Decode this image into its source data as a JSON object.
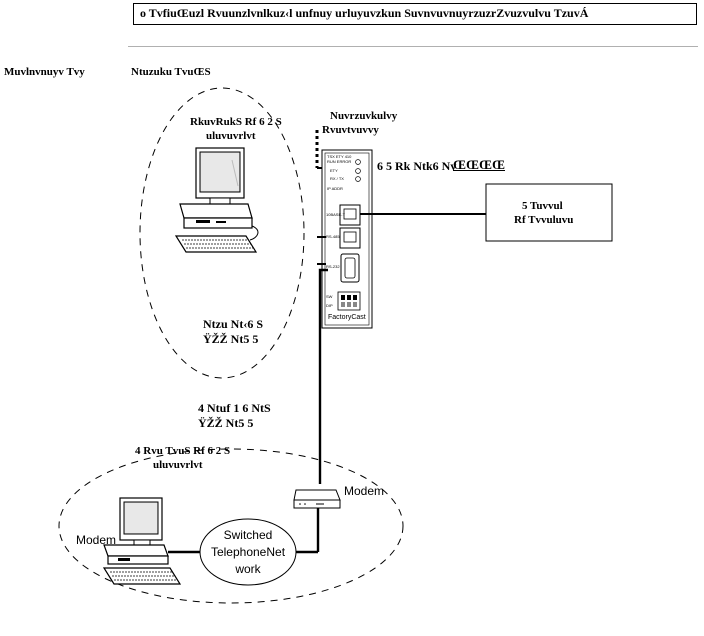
{
  "header": {
    "caption": "o TvfiuŒuzl Rvuunzlvnlkuz‹l unfnuy urluyuvzkun SuvnvuvnuyrzuzrZvuzvulvu TzuvÁ"
  },
  "side_labels": {
    "left_label": "Muvlnvnuyv Tvy",
    "second_label": "Ntuzuku TvuŒS"
  },
  "diagram": {
    "local_pc_label": [
      "RkuvRukS Rf 6 2 S",
      "uluvuvrlvt"
    ],
    "top_port_label": [
      "Nuvrzuvkulvy",
      "Rvuvtvuvvy"
    ],
    "module_label": "6 5 Rk Ntk6 Nv",
    "module_link": "ŒŒŒŒ",
    "module_brand": "FactoryCast",
    "module_text_lines": [
      "TSX ETY 410",
      "RUN ERROR",
      "ETY",
      "RX / TX",
      "IP ADDR"
    ],
    "module_ports": [
      "10BASE-T",
      "RS-485",
      "RS-232",
      "SW",
      "DIP"
    ],
    "right_box_label": [
      "5 Tuvvul",
      "Rf Tvvuluvu"
    ],
    "lan_label": [
      "Ntzu Nt‹6 S",
      "ŸŽŽ Nt5 5"
    ],
    "wan_label": [
      "4 Ntuf 1 6 NtS",
      "ŸŽŽ Nt5 5"
    ],
    "remote_pc_label": [
      "4 Rvu TvuS Rf 6 2 S",
      "uluvuvrlvt"
    ],
    "modem_left": "Modem",
    "modem_right": "Modem",
    "network_label": [
      "Switched",
      "TelephoneNet",
      "work"
    ]
  }
}
